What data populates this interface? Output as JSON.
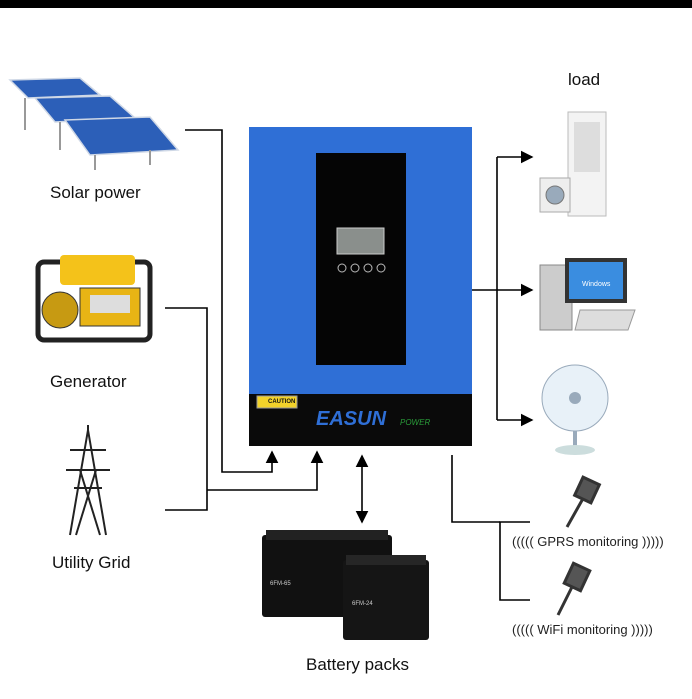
{
  "sources": {
    "solar": {
      "label": "Solar power"
    },
    "generator": {
      "label": "Generator"
    },
    "grid": {
      "label": "Utility Grid"
    }
  },
  "inverter": {
    "brand": "EASUN",
    "brand_sub": "POWER",
    "caution": "CAUTION"
  },
  "load": {
    "label": "load",
    "screen_text": "Windows"
  },
  "battery": {
    "label": "Battery packs",
    "model_a": "6FM-65",
    "model_b": "6FM-24"
  },
  "monitoring": [
    {
      "label": "GPRS monitoring"
    },
    {
      "label": "WiFi monitoring"
    }
  ],
  "colors": {
    "inverter_blue": "#2f6fd6",
    "inverter_black": "#0a0a0a",
    "eco_green": "#2a9d3a"
  }
}
